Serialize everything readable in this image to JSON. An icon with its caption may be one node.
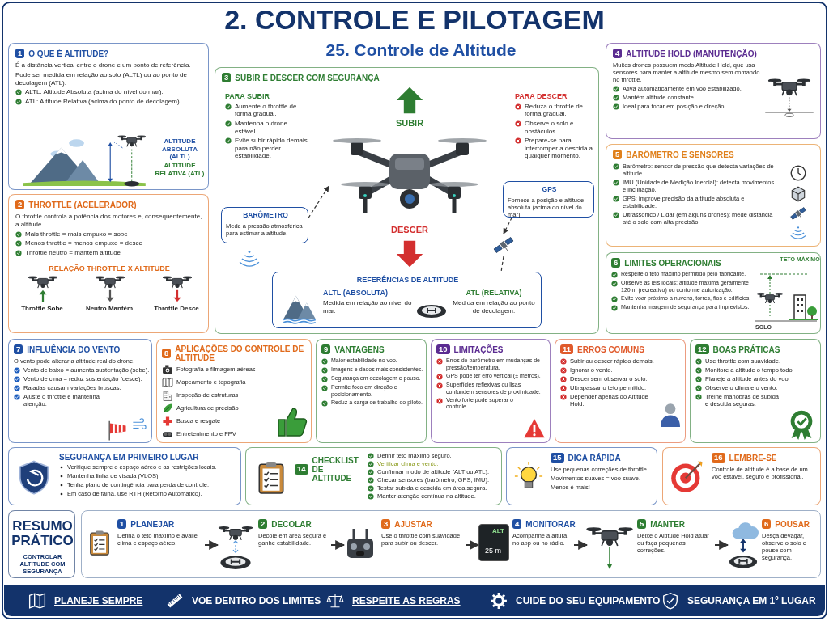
{
  "diagram": {
    "title": "2. CONTROLE E PILOTAGEM",
    "nodes": [
      {
        "text": [
          "1",
          "O QUE É ALTITUDE?",
          "É a distância vertical entre o drone e um ponto de referência.",
          "Pode ser medida em relação ao solo (ALTL) ou ao ponto de decolagem (ATL).",
          "ALTL: Altitude Absoluta (acima do nível do mar).",
          "ATL: Altitude Relativa (acima do ponto de decolagem).",
          "ALTITUDE ABSOLUTA (ALTL)",
          "ALTITUDE RELATIVA (ATL)"
        ]
      },
      {
        "text": [
          "2",
          "THROTTLE (ACELERADOR)",
          "O throttle controla a potência dos motores e, consequentemente, a altitude.",
          "Mais throttle = mais empuxo = sobe",
          "Menos throttle = menos empuxo = desce",
          "Throttle neutro = mantém altitude",
          "RELAÇÃO THROTTLE X ALTITUDE",
          "Throttle Sobe",
          "Neutro Mantém",
          "Throttle Desce"
        ]
      },
      {
        "text": [
          "3",
          "SUBIR E DESCER COM SEGURANÇA",
          "PARA SUBIR",
          "Aumente o throttle de forma gradual.",
          "Mantenha o drone estável.",
          "Evite subir rápido demais para não perder estabilidade.",
          "PARA DESCER",
          "Reduza o throttle de forma gradual.",
          "Observe o solo e obstáculos.",
          "Prepare-se para interromper a descida a qualquer momento."
        ]
      },
      {
        "text": [
          "BARÔMETRO",
          "Mede a pressão atmosférica para estimar a altitude."
        ],
        "in": 2
      },
      {
        "text": [
          "GPS",
          "Fornece a posição e altitude absoluta (acima do nível do mar)."
        ],
        "in": 2
      },
      {
        "text": [
          "REFERÊNCIAS DE ALTITUDE",
          "ALTL (ABSOLUTA)",
          "Medida em relação ao nível do mar.",
          "ATL (RELATIVA)",
          "Medida em relação ao ponto de decolagem."
        ],
        "in": 2
      },
      {
        "text": [
          "SUBIR",
          "DESCER"
        ],
        "in": 2
      },
      {
        "text": [],
        "shape": "picture",
        "in": 2
      },
      {
        "text": [
          "4",
          "ALTITUDE HOLD (MANUTENÇÃO)",
          "Muitos drones possuem modo Altitude Hold, que usa sensores para manter a altitude mesmo sem comando no throttle.",
          "Ativa automaticamente em voo estabilizado.",
          "Mantém altitude constante.",
          "Ideal para focar em posição e direção."
        ]
      },
      {
        "text": [
          "5",
          "BARÔMETRO E SENSORES",
          "Barômetro: sensor de pressão que detecta variações de altitude.",
          "IMU (Unidade de Medição Inercial): detecta movimentos e inclinação.",
          "GPS: improve precisão da altitude absoluta e estabilidade.",
          "Ultrassônico / Lidar (em alguns drones): mede distância até o solo com alta precisão."
        ]
      },
      {
        "text": [
          "6",
          "LIMITES OPERACIONAIS",
          "Respeite o teto máximo permitido pelo fabricante.",
          "Observe as leis locais: altitude máxima geralmente 120 m (recreativo) ou conforme autorização.",
          "Evite voar próximo a nuvens, torres, fios e edifícios.",
          "Mantenha margem de segurança para imprevistos.",
          "TETO MÁXIMO",
          "SOLO"
        ]
      },
      {
        "text": [
          "7",
          "INFLUÊNCIA DO VENTO",
          "O vento pode alterar a altitude real do drone.",
          "Vento de baixo = aumenta sustentação (sobe).",
          "Vento de cima = reduz sustentação (desce).",
          "Rajadas causam variações bruscas.",
          "Ajuste o throttle e mantenha atenção."
        ]
      },
      {
        "text": [
          "8",
          "APLICAÇÕES DO CONTROLE DE ALTITUDE",
          "Fotografia e filmagem aéreas",
          "Mapeamento e topografia",
          "Inspeção de estruturas",
          "Agricultura de precisão",
          "Busca e resgate",
          "Entretenimento e FPV"
        ]
      },
      {
        "text": [
          "9",
          "VANTAGENS",
          "Maior estabilidade no voo.",
          "Imagens e dados mais consistentes.",
          "Segurança em decolagem e pouso.",
          "Permite foco em direção e posicionamento.",
          "Reduz a carga de trabalho do piloto."
        ]
      },
      {
        "text": [
          "10",
          "LIMITAÇÕES",
          "Erros do barômetro em mudanças de pressão/temperatura.",
          "GPS pode ter erro vertical (± metros).",
          "Superfícies reflexivas ou lisas confundem sensores de proximidade.",
          "Vento forte pode superar o controle."
        ]
      },
      {
        "text": [
          "11",
          "ERROS COMUNS",
          "Subir ou descer rápido demais.",
          "Ignorar o vento.",
          "Descer sem observar o solo.",
          "Ultrapassar o teto permitido.",
          "Depender apenas do Altitude Hold."
        ]
      },
      {
        "text": [
          "12",
          "BOAS PRÁTICAS",
          "Use throttle com suavidade.",
          "Monitore a altitude o tempo todo.",
          "Planeje a altitude antes do voo.",
          "Observe o clima e o vento.",
          "Treine manobras de subida e descida seguras."
        ]
      },
      {
        "text": [
          "SEGURANÇA EM PRIMEIRO LUGAR",
          "Verifique sempre o espaço aéreo e as restrições locais.",
          "Mantenha linha de visada (VLOS).",
          "Tenha plano de contingência para perda de controle.",
          "Em caso de falha, use RTH (Retorno Automático)."
        ]
      },
      {
        "text": [
          "14",
          "CHECKLIST DE ALTITUDE",
          "Definir teto máximo seguro.",
          "Verificar clima e vento.",
          "Confirmar modo de altitude (ALT ou ATL).",
          "Checar sensores (barômetro, GPS, IMU).",
          "Testar subida e descida em área segura.",
          "Manter atenção contínua na altitude."
        ]
      },
      {
        "text": [
          "15",
          "DICA RÁPIDA",
          "Use pequenas correções de throttle.",
          "Movimentos suaves = voo suave.",
          "Menos é mais!"
        ]
      },
      {
        "text": [
          "16",
          "LEMBRE-SE",
          "Controle de altitude é a base de um voo estável, seguro e profissional."
        ]
      },
      {
        "text": [
          "RESUMO PRÁTICO",
          "CONTROLAR ALTITUDE COM SEGURANÇA"
        ]
      },
      {
        "text": [],
        "shape": "box"
      },
      {
        "text": [
          "1",
          "PLANEJAR",
          "Defina o teto máximo e avalie clima e espaço aéreo."
        ],
        "in": 22
      },
      {
        "text": [
          "2",
          "DECOLAR",
          "Decole em área segura e ganhe estabilidade."
        ],
        "in": 22
      },
      {
        "text": [
          "3",
          "AJUSTAR",
          "Use o throttle com suavidade para subir ou descer."
        ],
        "in": 22
      },
      {
        "text": [
          "4",
          "MONITORAR",
          "Acompanhe a altura no app ou no rádio."
        ],
        "in": 22
      },
      {
        "text": [
          "5",
          "MANTER",
          "Deixe o Altitude Hold atuar ou faça pequenas correções."
        ],
        "in": 22
      },
      {
        "text": [
          "6",
          "POUSAR",
          "Desça devagar, observe o solo e pouse com segurança."
        ],
        "in": 22
      }
    ],
    "edges": [
      {
        "from": 3,
        "to": 6,
        "arrow": "to",
        "style": "dashed"
      },
      {
        "from": 4,
        "to": 7,
        "arrow": "to",
        "style": "dashed"
      },
      {
        "from": 7,
        "to": 5,
        "arrow": "none",
        "style": "dashed"
      },
      {
        "from": 23,
        "to": 24,
        "arrow": "to"
      },
      {
        "from": 24,
        "to": 25,
        "arrow": "to"
      },
      {
        "from": 25,
        "to": 26,
        "arrow": "to"
      },
      {
        "from": 26,
        "to": 27,
        "arrow": "to"
      },
      {
        "from": 27,
        "to": 28,
        "arrow": "to"
      }
    ],
    "labels": [
      "25. Controle de Altitude",
      "ALT",
      "25 m",
      "PLANEJE SEMPRE",
      "VOE DENTRO DOS LIMITES",
      "RESPEITE AS REGRAS",
      "CUIDE DO SEU EQUIPAMENTO",
      "SEGURANÇA EM 1º LUGAR"
    ]
  }
}
